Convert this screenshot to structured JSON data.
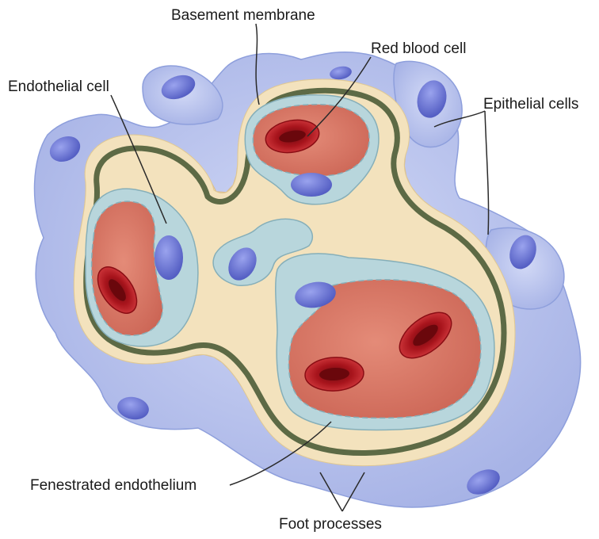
{
  "labels": {
    "basement_membrane": "Basement membrane",
    "red_blood_cell": "Red blood cell",
    "endothelial_cell": "Endothelial cell",
    "epithelial_cells": "Epithelial cells",
    "fenestrated_endothelium": "Fenestrated endothelium",
    "foot_processes": "Foot processes"
  },
  "colors": {
    "epithelium_fill": "#b8c3ec",
    "epithelium_edge": "#8e9fdc",
    "epithelial_nucleus": "#6c78d4",
    "foot_process": "#f2dcb0",
    "foot_process_edge": "#d9b98a",
    "mesangium": "#f3e2bd",
    "basement_membrane": "#5d6a45",
    "endothelium": "#b8d6dc",
    "endothelium_edge": "#86afb9",
    "lumen": "#d9786a",
    "red_blood_cell": "#b3141c",
    "red_blood_cell_center": "#7a0a10",
    "endothelial_nucleus": "#6f79d6"
  }
}
